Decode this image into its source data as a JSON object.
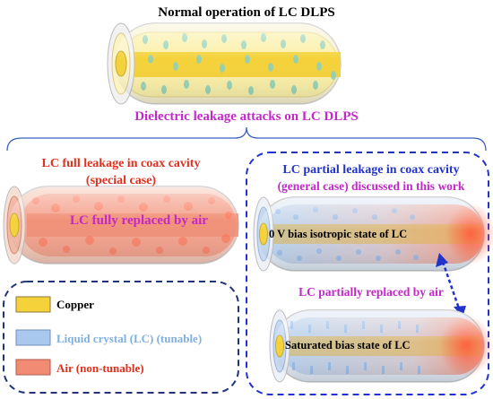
{
  "title": "Normal operation of LC DLPS",
  "attack_label": "Dielectric leakage attacks on LC DLPS",
  "full_leakage": {
    "title": "LC full leakage in coax cavity",
    "subtitle": "(special case)",
    "state_label": "LC fully replaced by air"
  },
  "partial_leakage": {
    "title": "LC partial leakage in coax cavity",
    "subtitle": "(general case) discussed in this work",
    "top_state": "0 V bias isotropic state of LC",
    "middle_label": "LC partially replaced by air",
    "bottom_state": "Saturated bias state of LC"
  },
  "legend": {
    "copper": "Copper",
    "lc": "Liquid crystal (LC) (tunable)",
    "air": "Air (non-tunable)"
  },
  "colors": {
    "copper": "#f5d23a",
    "lc": "#a8c8ee",
    "air": "#f28b74",
    "accent_magenta": "#c229c9",
    "accent_blue": "#2233cc",
    "accent_red": "#e0301f"
  }
}
